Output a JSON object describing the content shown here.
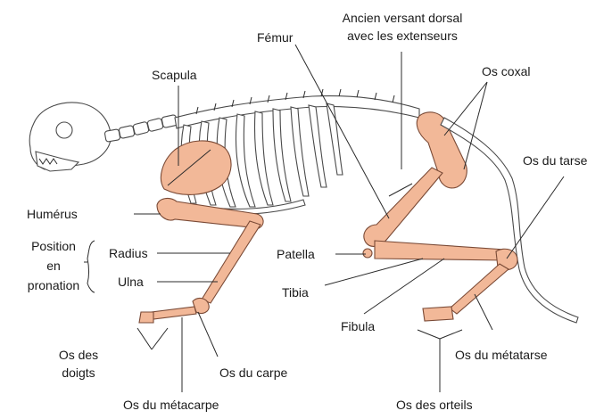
{
  "labels": {
    "femur": "Fémur",
    "dorsal": "Ancien versant dorsal",
    "dorsal2": "avec les extenseurs",
    "scapula": "Scapula",
    "coxal": "Os coxal",
    "tarse": "Os du tarse",
    "humerus": "Humérus",
    "position1": "Position",
    "position2": "en",
    "position3": "pronation",
    "radius": "Radius",
    "ulna": "Ulna",
    "patella": "Patella",
    "tibia": "Tibia",
    "fibula": "Fibula",
    "doigts1": "Os des",
    "doigts2": "doigts",
    "carpe": "Os du carpe",
    "metacarpe": "Os du métacarpe",
    "metatarse": "Os du métatarse",
    "orteils": "Os des orteils"
  },
  "colors": {
    "highlight_bone": "#f2b898",
    "plain_bone": "#ffffff",
    "outline": "#4a4a4a"
  }
}
